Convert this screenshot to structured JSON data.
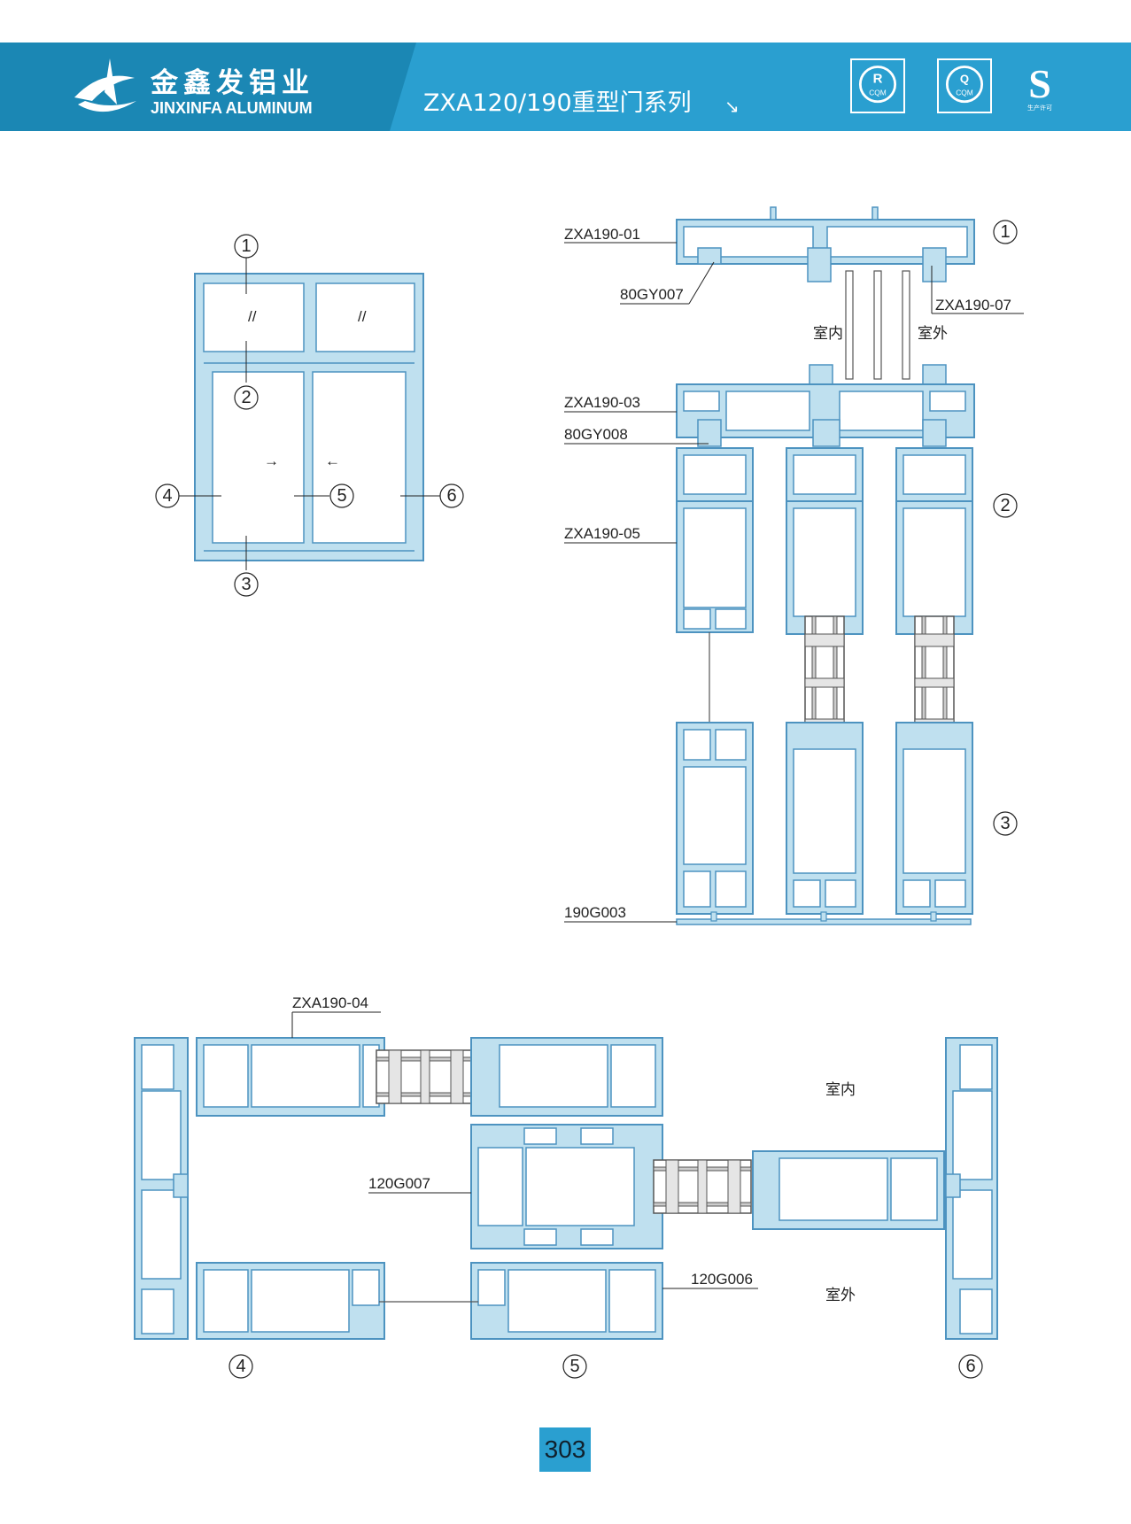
{
  "header": {
    "brand_cn": "金鑫发铝业",
    "brand_en": "JINXINFA ALUMINUM",
    "series_title": "ZXA120/190重型门系列",
    "title_arrow": "↘",
    "badges": [
      {
        "top": "R",
        "bottom": "CQM"
      },
      {
        "top": "Q",
        "bottom": "CQM"
      },
      {
        "top": "S",
        "bottom": "生产许可"
      }
    ]
  },
  "elevation": {
    "markers": [
      "1",
      "2",
      "3",
      "4",
      "5",
      "6"
    ],
    "glass_marks": [
      "//",
      "//"
    ],
    "slide_arrows": [
      "→",
      "←"
    ]
  },
  "vertical_section": {
    "labels": {
      "zxa190_01": "ZXA190-01",
      "gy007": "80GY007",
      "zxa190_07": "ZXA190-07",
      "indoor": "室内",
      "outdoor": "室外",
      "zxa190_03": "ZXA190-03",
      "gy008": "80GY008",
      "zxa190_05": "ZXA190-05",
      "g003": "190G003"
    },
    "markers": [
      "1",
      "2",
      "3"
    ]
  },
  "horizontal_section": {
    "labels": {
      "zxa190_04": "ZXA190-04",
      "indoor": "室内",
      "g007": "120G007",
      "g006": "120G006",
      "outdoor": "室外"
    },
    "markers": [
      "4",
      "5",
      "6"
    ]
  },
  "colors": {
    "header": "#1b87b4",
    "header_accent": "#2a9fd0",
    "profile_fill": "#bfe0ef",
    "profile_stroke": "#4d93c0",
    "glass": "#ffffff"
  },
  "footer": {
    "page_number": "303"
  }
}
